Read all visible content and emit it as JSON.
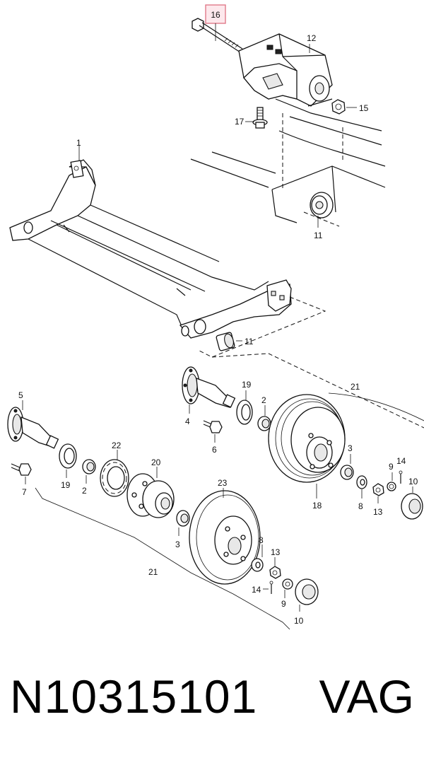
{
  "part_number": "N10315101",
  "brand": "VAG",
  "highlight_color": "#e07a8a",
  "callouts": {
    "c1": "1",
    "c2a": "2",
    "c2b": "2",
    "c3a": "3",
    "c3b": "3",
    "c4": "4",
    "c5": "5",
    "c6": "6",
    "c7": "7",
    "c8a": "8",
    "c8b": "8",
    "c9a": "9",
    "c9b": "9",
    "c10a": "10",
    "c10b": "10",
    "c11a": "11",
    "c11b": "11",
    "c12": "12",
    "c13a": "13",
    "c13b": "13",
    "c14a": "14",
    "c14b": "14",
    "c15": "15",
    "c16": "16",
    "c17": "17",
    "c18": "18",
    "c19a": "19",
    "c19b": "19",
    "c20": "20",
    "c21a": "21",
    "c21b": "21",
    "c22": "22",
    "c23": "23"
  }
}
